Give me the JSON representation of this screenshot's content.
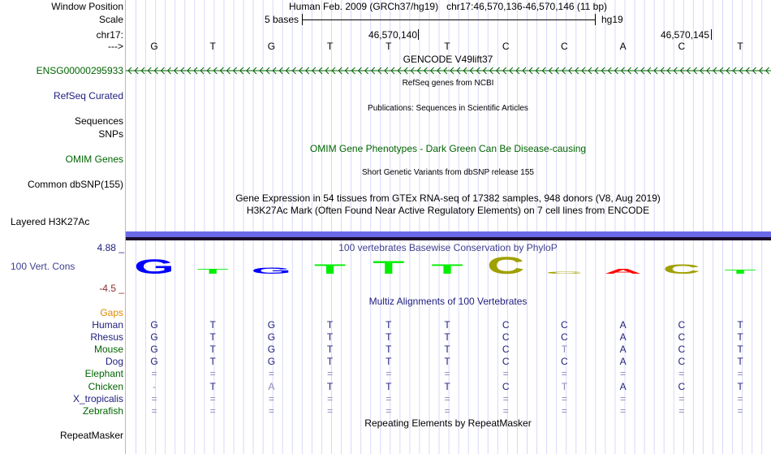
{
  "colors": {
    "label_blue": "#202080",
    "label_green": "#006400",
    "gaps_orange": "#e08a00",
    "grid": "#d8d8f8",
    "cons_red": "#8b2c2c",
    "G": "#0000ff",
    "T": "#00ee00",
    "C": "#a0a000",
    "A": "#ff0000"
  },
  "header": {
    "labels": {
      "window_position": "Window Position",
      "scale": "Scale",
      "chrom": "chr17:",
      "strand": "--->"
    },
    "title": "Human Feb. 2009 (GRCh37/hg19)   chr17:46,570,136-46,570,146 (11 bp)",
    "scale_label": "5 bases",
    "assembly": "hg19",
    "pos_ticks": [
      "46,570,140",
      "46,570,145"
    ],
    "bases": [
      "G",
      "T",
      "G",
      "T",
      "T",
      "T",
      "C",
      "C",
      "A",
      "C",
      "T"
    ]
  },
  "tracks": {
    "gencode_title": "GENCODE V49lift37",
    "gencode_gene": "ENSG00000295933",
    "refseq_title": "RefSeq genes from NCBI",
    "refseq_label": "RefSeq Curated",
    "pubs_title": "Publications: Sequences in Scientific Articles",
    "pubs_label1": "Sequences",
    "pubs_label2": "SNPs",
    "omim_title": "OMIM Gene Phenotypes - Dark Green Can Be Disease-causing",
    "omim_label": "OMIM Genes",
    "dbsnp_title": "Short Genetic Variants from dbSNP release 155",
    "dbsnp_label": "Common dbSNP(155)",
    "gtex_title": "Gene Expression in 54 tissues from GTEx RNA-seq of 17382 samples, 948 donors (V8, Aug 2019)",
    "h3k_title": "H3K27Ac Mark (Often Found Near Active Regulatory Elements) on 7 cell lines from ENCODE",
    "h3k_label": "Layered H3K27Ac",
    "cons_max": "4.88 _",
    "cons_min": "-4.5 _",
    "cons_label": "100 Vert. Cons",
    "cons_title": "100 vertebrates Basewise Conservation by PhyloP",
    "phylop": [
      3.0,
      1.0,
      1.3,
      2.0,
      2.7,
      2.0,
      3.6,
      0.4,
      1.0,
      2.0,
      0.9
    ],
    "multiz_title": "Multiz Alignments of 100 Vertebrates",
    "gaps_label": "Gaps",
    "repeat_title": "Repeating Elements by RepeatMasker",
    "repeat_label": "RepeatMasker"
  },
  "alignment": [
    {
      "species": "Human",
      "seq": "GTGTTTCCACT",
      "color": "navy"
    },
    {
      "species": "Rhesus",
      "seq": "GTGTTTCCACT",
      "color": "navy"
    },
    {
      "species": "Mouse",
      "seq": "GTGTTTCTACT",
      "color": "green"
    },
    {
      "species": "Dog",
      "seq": "GTGTTTCCACT",
      "color": "navy"
    },
    {
      "species": "Elephant",
      "seq": "===========",
      "color": "green"
    },
    {
      "species": "Chicken",
      "seq": "-TATTTCTACT",
      "color": "green"
    },
    {
      "species": "X_tropicalis",
      "seq": "===========",
      "color": "navy"
    },
    {
      "species": "Zebrafish",
      "seq": "===========",
      "color": "green"
    }
  ]
}
